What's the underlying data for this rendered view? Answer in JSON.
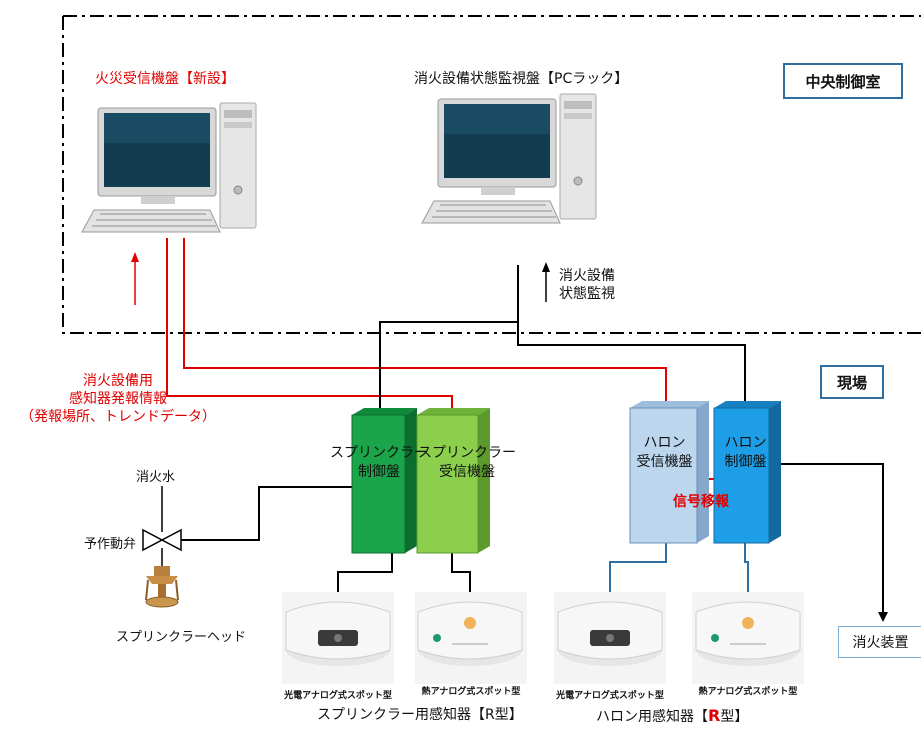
{
  "rooms": {
    "central": "中央制御室",
    "field": "現場"
  },
  "computers": {
    "fire_panel": "火災受信機盤【新設】",
    "monitor_panel": "消火設備状態監視盤【PCラック】"
  },
  "signals": {
    "status_monitor_line1": "消火設備",
    "status_monitor_line2": "状態監視",
    "detector_info_line1": "消火設備用",
    "detector_info_line2": "感知器発報情報",
    "detector_info_line3": "（発報場所、トレンドデータ）",
    "signal_transfer": "信号移報"
  },
  "panels": {
    "sprinkler_control": "スプリンクラー\n制御盤",
    "sprinkler_receiver": "スプリンクラー\n受信機盤",
    "halon_receiver": "ハロン\n受信機盤",
    "halon_control": "ハロン\n制御盤"
  },
  "sprinkler_system": {
    "water": "消火水",
    "valve": "予作動弁",
    "head": "スプリンクラーヘッド"
  },
  "extinguisher": "消火装置",
  "detectors": {
    "photoelectric": "光電アナログ式スポット型",
    "heat": "熱アナログ式スポット型",
    "sprinkler_group": "スプリンクラー用感知器【R型】",
    "halon_group_prefix": "ハロン用感知器【",
    "halon_group_r": "R",
    "halon_group_suffix": "型】"
  },
  "colors": {
    "red_line": "#e00000",
    "blue_line": "#2f6e9e",
    "sprinkler_control": "#1aa54a",
    "sprinkler_receiver": "#8ccf4d",
    "halon_receiver": "#bcd6ee",
    "halon_control": "#1e9ee6"
  }
}
